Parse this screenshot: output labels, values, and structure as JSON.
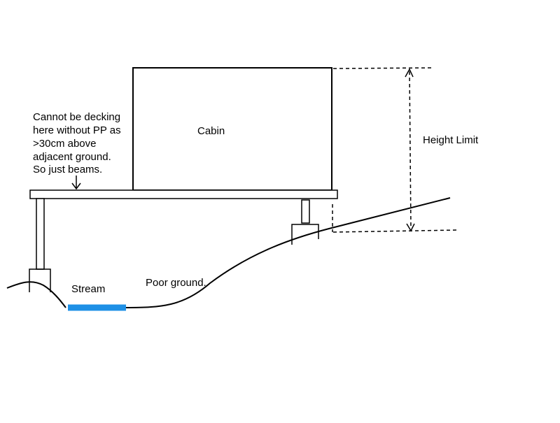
{
  "labels": {
    "cabin": "Cabin",
    "height_limit": "Height Limit",
    "stream": "Stream",
    "poor_ground": "Poor ground.",
    "note": [
      "Cannot be decking",
      "here without PP as",
      ">30cm above",
      "adjacent ground.",
      "So just beams."
    ]
  },
  "colors": {
    "stroke": "#000000",
    "stream": "#1e90e6",
    "background": "#ffffff"
  }
}
